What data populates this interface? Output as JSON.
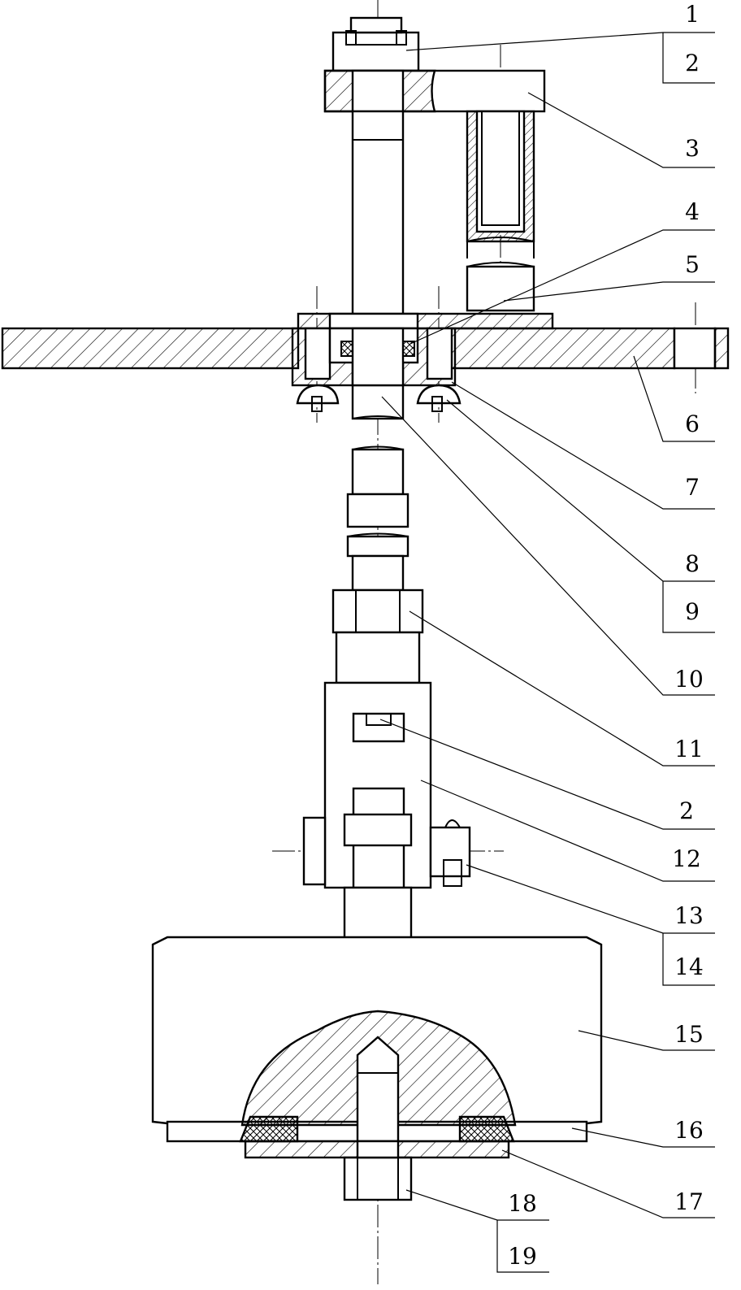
{
  "labels": [
    {
      "id": "1",
      "text": "1"
    },
    {
      "id": "2a",
      "text": "2"
    },
    {
      "id": "3",
      "text": "3"
    },
    {
      "id": "4",
      "text": "4"
    },
    {
      "id": "5",
      "text": "5"
    },
    {
      "id": "6",
      "text": "6"
    },
    {
      "id": "7",
      "text": "7"
    },
    {
      "id": "8",
      "text": "8"
    },
    {
      "id": "9",
      "text": "9"
    },
    {
      "id": "10",
      "text": "10"
    },
    {
      "id": "11",
      "text": "11"
    },
    {
      "id": "2b",
      "text": "2"
    },
    {
      "id": "12",
      "text": "12"
    },
    {
      "id": "13",
      "text": "13"
    },
    {
      "id": "14",
      "text": "14"
    },
    {
      "id": "15",
      "text": "15"
    },
    {
      "id": "16",
      "text": "16"
    },
    {
      "id": "17",
      "text": "17"
    },
    {
      "id": "18",
      "text": "18"
    },
    {
      "id": "19",
      "text": "19"
    }
  ]
}
